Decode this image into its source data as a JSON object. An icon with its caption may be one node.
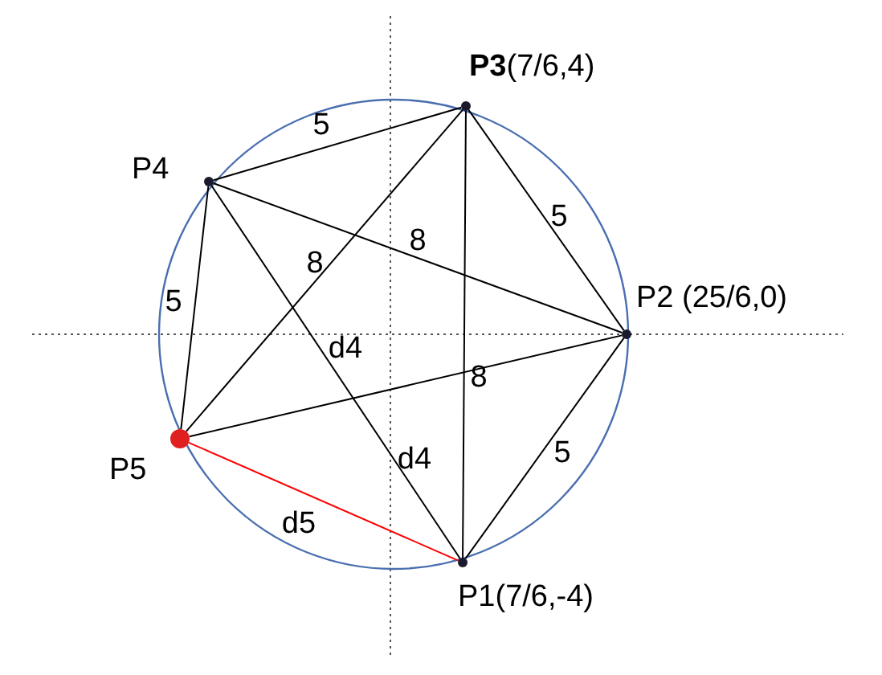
{
  "diagram": {
    "nodes": [
      {
        "text": [],
        "shape": "circle",
        "beside": [
          "**P3**(7/6,4)"
        ]
      },
      {
        "text": [],
        "shape": "circle",
        "beside": [
          "P4"
        ]
      },
      {
        "text": [],
        "shape": "circle",
        "beside": [
          "P2 (25/6,0)"
        ]
      },
      {
        "text": [],
        "shape": "circle",
        "beside": [
          "P5"
        ]
      },
      {
        "text": [],
        "shape": "circle",
        "beside": [
          "P1(7/6,-4)"
        ]
      }
    ],
    "edges": [
      {
        "from": 4,
        "to": 2,
        "arrow": "none",
        "label": "5"
      },
      {
        "from": 2,
        "to": 0,
        "arrow": "none",
        "label": "5"
      },
      {
        "from": 0,
        "to": 1,
        "arrow": "none",
        "label": "5"
      },
      {
        "from": 1,
        "to": 3,
        "arrow": "none",
        "label": "5"
      },
      {
        "from": 3,
        "to": 4,
        "arrow": "none",
        "label": "d5",
        "color": "#ff0000"
      },
      {
        "from": 1,
        "to": 2,
        "arrow": "none",
        "label": "8"
      },
      {
        "from": 0,
        "to": 3,
        "arrow": "none",
        "label": "8"
      },
      {
        "from": 3,
        "to": 2,
        "arrow": "none",
        "label": "8"
      },
      {
        "from": 1,
        "to": 4,
        "arrow": "none",
        "label": "d4"
      },
      {
        "from": 0,
        "to": 4,
        "arrow": "none"
      }
    ],
    "labels": [
      "d4"
    ]
  }
}
